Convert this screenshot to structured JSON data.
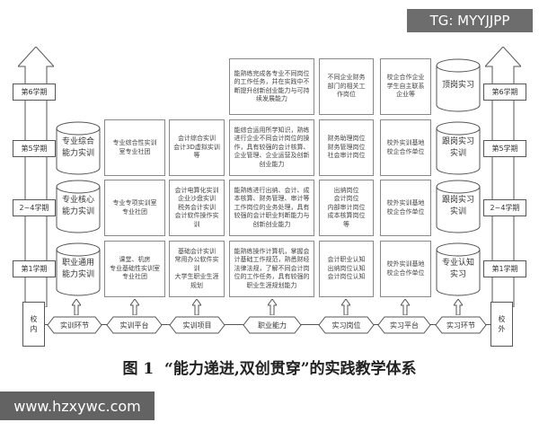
{
  "watermark_top": "TG: MYYJJPP",
  "watermark_bottom": "www.hzxywc.com",
  "caption": "图 1  “能力递进,双创贯穿”的实践教学体系",
  "semesters": [
    "第6学期",
    "第5学期",
    "2~4学期",
    "第1学期"
  ],
  "left_base": "校\n内",
  "right_base": "校\n外",
  "left_cylinders": [
    "专业综合\n能力实训",
    "专业核心\n能力实训",
    "职业通用\n能力实训"
  ],
  "right_cylinders": [
    "顶岗实习",
    "跟岗实习\n实训",
    "跟岗实习\n实训",
    "专业认知\n实习"
  ],
  "training_platform": [
    "专业综合性实训\n室专业社团",
    "专业专项实训室\n专业社团",
    "课堂、机房\n专业基础性实训室\n专业社团"
  ],
  "training_projects": [
    "会计综合实训\n会计3D虚拟实训\n等",
    "会计电算化实训\n企业沙盘实训\n税务会计实训\n会计软件操作实\n训",
    "基础会计实训\n常用办公软件实\n训\n大学生职业生涯\n规划"
  ],
  "abilities": [
    "能熟练完成各专业不同岗位的工作任务，并在实践中不断提升创新创业能力与可持续发展能力",
    "能综合运用所学知识，熟练进行企业不同会计岗位的操作，具有较强的会计核算、企业管理、企业运营及创新创业能力",
    "能熟练进行出纳、会计、成本核算、财务管理、审计等工作岗位的业务处理，具有较强的会计职业判断能力与创新创业能力",
    "能熟练操作计算机，掌握会计基础工作规范，熟悉财经法律法规，了解不同会计岗位的工作任务，具有较强的职业生涯规划能力"
  ],
  "internship_posts": [
    "不同企业财务\n部门的相关工\n作岗位",
    "财务助理岗位\n财务管理岗位\n社会审计岗位",
    "出纳岗位\n会计岗位\n内部审计岗位\n成本核算岗位\n等",
    "会计职业认知\n出纳岗位认知\n会计岗位认知"
  ],
  "internship_platform": [
    "校企合作企业\n学生自主联系\n企业等",
    "校外实训基地\n校企合作单位",
    "校外实训基地\n校企合作单位",
    "校外实训基地\n校企合作单位"
  ],
  "hexagons": [
    "实训环节",
    "实训平台",
    "实训项目",
    "职业能力",
    "实习岗位",
    "实习平台",
    "实习环节"
  ]
}
